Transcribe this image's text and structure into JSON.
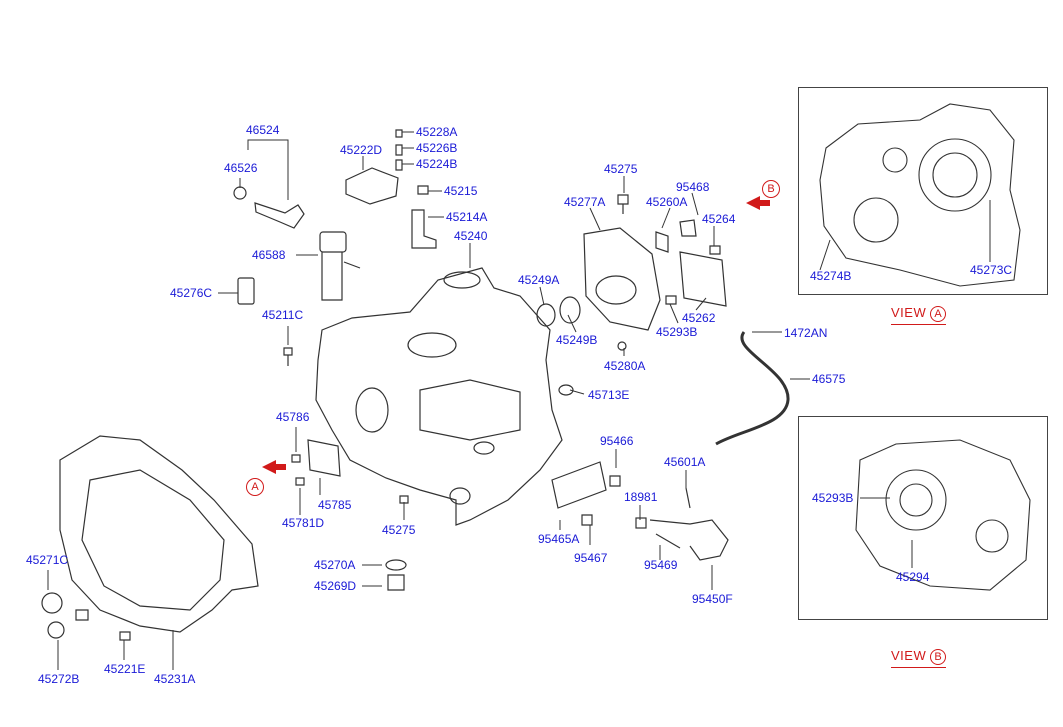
{
  "labels": {
    "l46524": "46524",
    "l46526": "46526",
    "l46588": "46588",
    "l45276C": "45276C",
    "l45211C": "45211C",
    "l45786": "45786",
    "l45785": "45785",
    "l45781D": "45781D",
    "l45275a": "45275",
    "l45270A": "45270A",
    "l45269D": "45269D",
    "l45271C": "45271C",
    "l45272B": "45272B",
    "l45221E": "45221E",
    "l45231A": "45231A",
    "l45222D": "45222D",
    "l45228A": "45228A",
    "l45226B": "45226B",
    "l45224B": "45224B",
    "l45215": "45215",
    "l45214A": "45214A",
    "l45240": "45240",
    "l45275b": "45275",
    "l45277A": "45277A",
    "l45260A": "45260A",
    "l95468": "95468",
    "l45264": "45264",
    "l45249A": "45249A",
    "l45249B": "45249B",
    "l45262": "45262",
    "l45293B": "45293B",
    "l45280A": "45280A",
    "l45713E": "45713E",
    "l1472AN": "1472AN",
    "l46575": "46575",
    "l45601A": "45601A",
    "l95466": "95466",
    "l95465A": "95465A",
    "l95467": "95467",
    "l18981": "18981",
    "l95469": "95469",
    "l95450F": "95450F",
    "l45274B": "45274B",
    "l45273C": "45273C",
    "l45293Bv": "45293B",
    "l45294": "45294"
  },
  "views": {
    "a_text": "VIEW",
    "a_letter": "A",
    "b_text": "VIEW",
    "b_letter": "B"
  },
  "tags": {
    "a": "A",
    "b": "B"
  },
  "colors": {
    "label": "#1a1ad6",
    "accent": "#d11a1a",
    "line": "#333333"
  }
}
